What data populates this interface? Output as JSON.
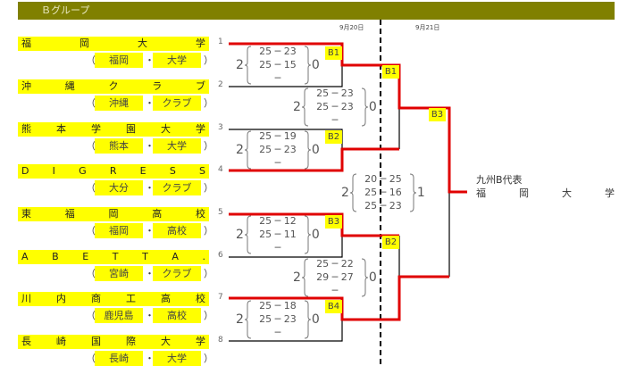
{
  "header": {
    "title": "Ｂグループ"
  },
  "dates": [
    "9月20日",
    "9月21日"
  ],
  "teams": [
    {
      "num": "1",
      "name": [
        "福",
        "岡",
        "大",
        "学"
      ],
      "pref": "福岡",
      "type": "大学"
    },
    {
      "num": "2",
      "name": [
        "沖",
        "縄",
        "ク",
        "ラ",
        "ブ"
      ],
      "pref": "沖縄",
      "type": "クラブ"
    },
    {
      "num": "3",
      "name": [
        "熊",
        "本",
        "学",
        "園",
        "大",
        "学"
      ],
      "pref": "熊本",
      "type": "大学"
    },
    {
      "num": "4",
      "name": [
        "D",
        "I",
        "G",
        "R",
        "E",
        "S",
        "S"
      ],
      "pref": "大分",
      "type": "クラブ"
    },
    {
      "num": "5",
      "name": [
        "東",
        "福",
        "岡",
        "高",
        "校"
      ],
      "pref": "福岡",
      "type": "高校"
    },
    {
      "num": "6",
      "name": [
        "A",
        "B",
        "E",
        "T",
        "T",
        "A",
        "."
      ],
      "pref": "宮崎",
      "type": "クラブ"
    },
    {
      "num": "7",
      "name": [
        "川",
        "内",
        "商",
        "工",
        "高",
        "校"
      ],
      "pref": "鹿児島",
      "type": "高校"
    },
    {
      "num": "8",
      "name": [
        "長",
        "崎",
        "国",
        "際",
        "大",
        "学"
      ],
      "pref": "長崎",
      "type": "大学"
    }
  ],
  "paren_open": "（",
  "paren_close": "）",
  "dot": "・",
  "matches": [
    {
      "id": "B1",
      "left": "2",
      "right": "0",
      "sets": [
        "25 ─ 23",
        "25 ─ 15",
        "─"
      ]
    },
    {
      "id": "B2",
      "left": "2",
      "right": "0",
      "sets": [
        "25 ─ 19",
        "25 ─ 23",
        "─"
      ]
    },
    {
      "id": "B3",
      "left": "2",
      "right": "0",
      "sets": [
        "25 ─ 12",
        "25 ─ 11",
        "─"
      ]
    },
    {
      "id": "B4",
      "left": "2",
      "right": "0",
      "sets": [
        "25 ─ 18",
        "25 ─ 23",
        "─"
      ]
    },
    {
      "id": "B1",
      "left": "2",
      "right": "0",
      "sets": [
        "25 ─ 23",
        "25 ─ 23",
        "─"
      ]
    },
    {
      "id": "B2",
      "left": "2",
      "right": "0",
      "sets": [
        "25 ─ 22",
        "29 ─ 27",
        "─"
      ]
    },
    {
      "id": "B3",
      "left": "2",
      "right": "1",
      "sets": [
        "20 ─ 25",
        "25 ─ 16",
        "25 ─ 23"
      ]
    }
  ],
  "winner": {
    "label": "九州B代表",
    "name": [
      "福",
      "岡",
      "大",
      "学"
    ]
  },
  "colors": {
    "header": "#808000",
    "highlight": "#ffff00",
    "winner_line": "#e00000"
  }
}
